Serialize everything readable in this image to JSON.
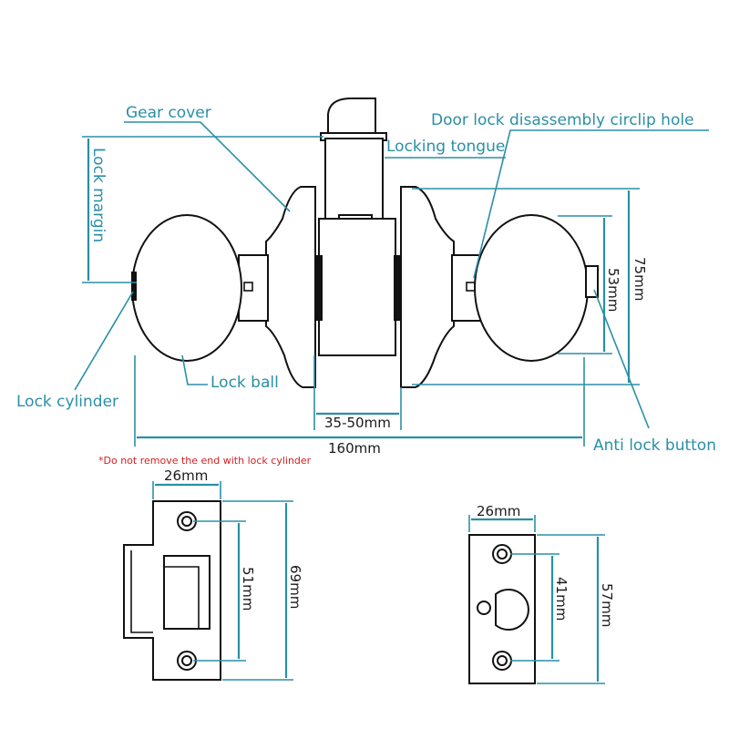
{
  "labels": {
    "gear_cover": "Gear cover",
    "circlip_hole": "Door lock disassembly circlip hole",
    "locking_tongue": "Locking tongue",
    "lock_margin": "Lock margin",
    "lock_ball": "Lock ball",
    "lock_cylinder": "Lock cylinder",
    "anti_lock_button": "Anti lock button",
    "note": "*Do not remove the end with lock cylinder"
  },
  "dimensions": {
    "backset_range": "35-50mm",
    "overall_length": "160mm",
    "rose_diameter": "75mm",
    "knob_diameter": "53mm",
    "strike_width": "26mm",
    "strike_screw_spacing": "51mm",
    "strike_height": "69mm",
    "faceplate_width": "26mm",
    "faceplate_screw_spacing": "41mm",
    "faceplate_height": "57mm"
  },
  "colors": {
    "annotation": "#2a8fa6",
    "outline": "#111111",
    "note": "#d42020"
  }
}
